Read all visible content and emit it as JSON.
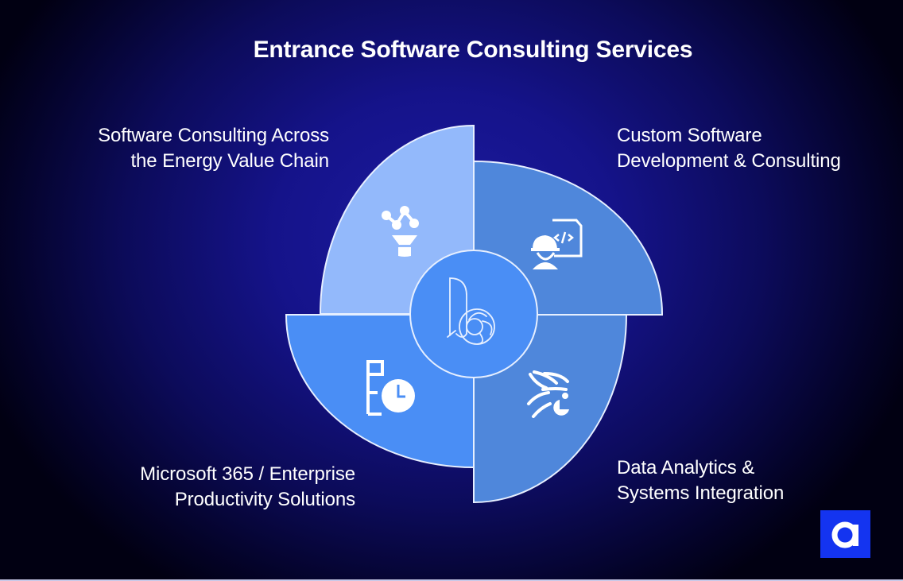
{
  "title": "Entrance Software Consulting Services",
  "center": {
    "logo_icon": "stylized-b-logo-icon"
  },
  "quadrants": [
    {
      "position": "top-left",
      "label_lines": [
        "Software Consulting Across",
        "the Energy Value Chain"
      ],
      "icon": "network-funnel-icon",
      "color": "#93b9fb"
    },
    {
      "position": "top-right",
      "label_lines": [
        "Custom Software",
        "Development & Consulting"
      ],
      "icon": "developer-code-icon",
      "color": "#4f87db"
    },
    {
      "position": "bottom-right",
      "label_lines": [
        "Data Analytics &",
        "Systems Integration"
      ],
      "icon": "data-streams-pie-icon",
      "color": "#4f87db"
    },
    {
      "position": "bottom-left",
      "label_lines": [
        "Microsoft 365 / Enterprise",
        "Productivity Solutions"
      ],
      "icon": "document-clock-icon",
      "color": "#4a8ef5"
    }
  ],
  "brand_badge": {
    "icon": "letter-a-logo-icon",
    "color": "#1434f0"
  },
  "colors": {
    "background_center": "#1c1aa0",
    "background_edge": "#010012",
    "outline": "#e6efff",
    "center_circle": "#4a8ef5",
    "text": "#ffffff"
  }
}
